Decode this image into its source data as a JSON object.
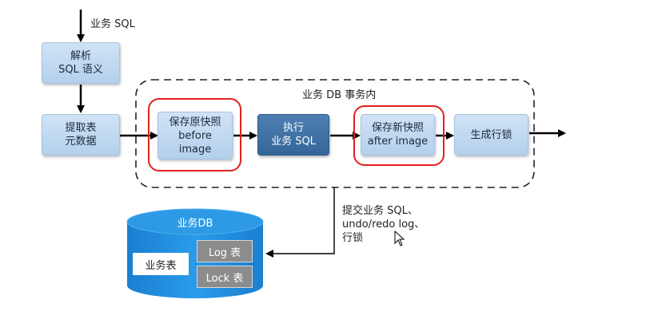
{
  "top_input_label": "业务 SQL",
  "nodes": {
    "parse": [
      "解析",
      "SQL 语义"
    ],
    "extract": [
      "提取表",
      "元数据"
    ],
    "before_image": [
      "保存原快照",
      "before",
      "image"
    ],
    "execute": [
      "执行",
      "业务 SQL"
    ],
    "after_image": [
      "保存新快照",
      "after image"
    ],
    "lock": [
      "生成行锁"
    ]
  },
  "transaction_group_label": "业务 DB 事务内",
  "commit_note": [
    "提交业务 SQL、",
    "undo/redo log、",
    "行锁"
  ],
  "database": {
    "title": "业务DB",
    "business_table": "业务表",
    "log_table": "Log 表",
    "lock_table": "Lock 表"
  },
  "colors": {
    "light_box": "#c4dcf2",
    "dark_box": "#3c6ea3",
    "highlight": "#e0211e",
    "db": "#1e8fdf"
  }
}
